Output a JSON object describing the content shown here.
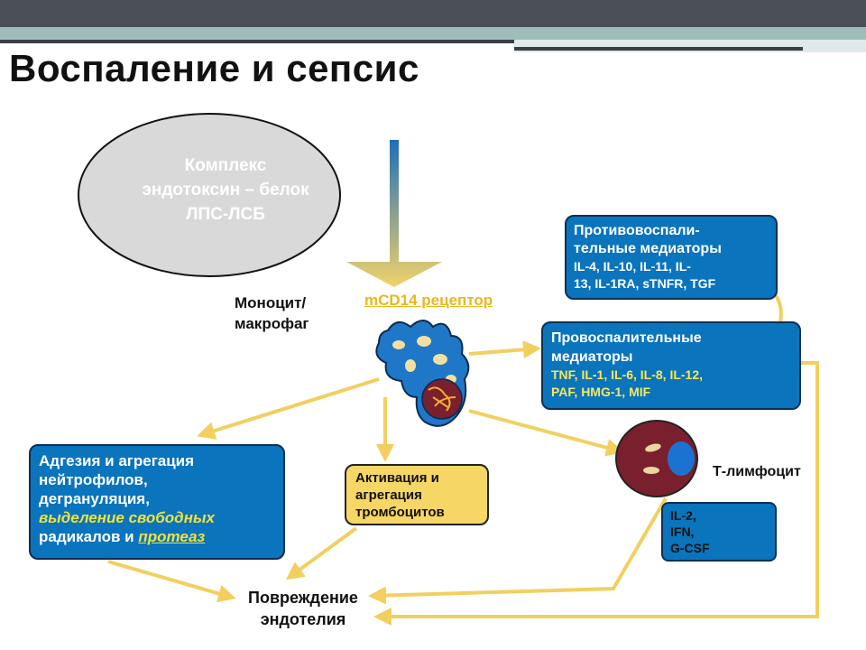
{
  "title": "Воспаление и сепсис",
  "complex": {
    "line1": "Комплекс",
    "line2": "эндотоксин – белок",
    "line3": "ЛПС-ЛСБ"
  },
  "monocyte": {
    "line1": "Моноцит/",
    "line2": "макрофаг"
  },
  "receptor": "mCD14 рецептор",
  "anti_inflammatory": {
    "line1": "Противовоспали-",
    "line2": "тельные медиаторы",
    "list1": "IL-4, IL-10, IL-11, IL-",
    "list2": "13, IL-1RA, sTNFR, TGF"
  },
  "pro_inflammatory": {
    "line1": "Провоспалительные",
    "line2": "медиаторы",
    "list1": "TNF, IL-1, IL-6, IL-8, IL-12,",
    "list2": "PAF, HMG-1, MIF"
  },
  "adhesion": {
    "line1": "Адгезия и агрегация",
    "line2": "нейтрофилов,",
    "line3": "дегрануляция,",
    "line4": "выделение свободных",
    "line5_a": "радикалов и ",
    "line5_b": "протеаз"
  },
  "platelets": {
    "line1": "Активация и",
    "line2": "агрегация",
    "line3": "тромбоцитов"
  },
  "t_cell": "Т-лимфоцит",
  "cytokines": {
    "line1": "IL-2,",
    "line2": "IFN,",
    "line3": "G-CSF"
  },
  "damage": {
    "line1": "Повреждение",
    "line2": "эндотелия"
  },
  "colors": {
    "blue_box": "#0a74bd",
    "yellow_box": "#f6d664",
    "arrow": "#f2cf5f",
    "t_cell": "#7a1f2e"
  }
}
